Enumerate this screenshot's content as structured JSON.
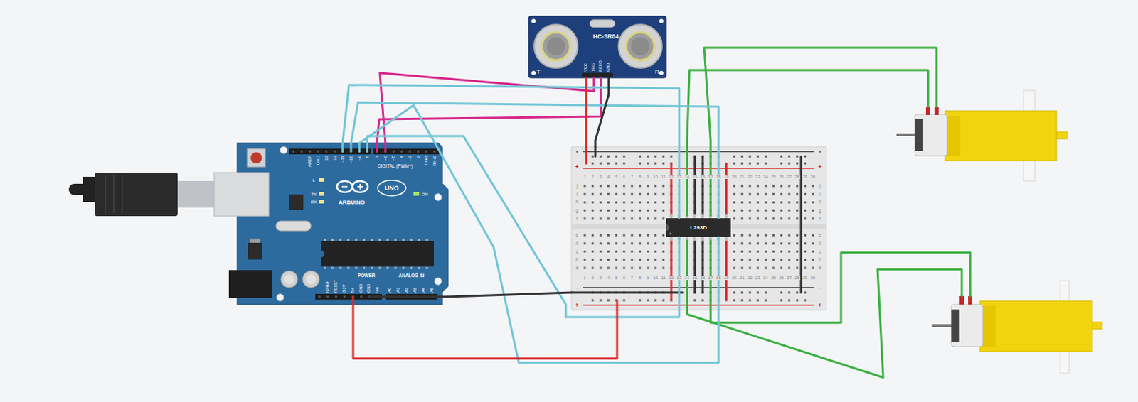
{
  "diagram": {
    "nodes": [
      {
        "text": [
          "HC-SR04",
          "VCC",
          "TRIG",
          "ECHO",
          "GND",
          "T",
          "R"
        ]
      },
      {
        "text": [
          "ARDUINO",
          "UNO",
          "DIGITAL (PWM~)",
          "L",
          "TX",
          "RX",
          "ON",
          "AREF",
          "GND",
          "13",
          "12",
          "~11",
          "~10",
          "~9",
          "8",
          "7",
          "~6",
          "~5",
          "4",
          "~3",
          "2",
          "TX▸1",
          "RX◂0",
          "IOREF",
          "RESET",
          "3.3V",
          "5V",
          "GND",
          "GND",
          "Vin",
          "A0",
          "A1",
          "A2",
          "A3",
          "A4",
          "A5",
          "POWER",
          "ANALOG IN"
        ]
      },
      {
        "text": [
          "-",
          "+",
          "-",
          "+",
          "1",
          "2",
          "3",
          "4",
          "5",
          "6",
          "7",
          "8",
          "9",
          "10",
          "11",
          "12",
          "13",
          "14",
          "15",
          "16",
          "17",
          "18",
          "19",
          "20",
          "21",
          "22",
          "23",
          "24",
          "25",
          "26",
          "27",
          "28",
          "29",
          "30",
          "j",
          "i",
          "h",
          "g",
          "f",
          "e",
          "d",
          "c",
          "b",
          "a",
          "j",
          "i",
          "h",
          "g",
          "f",
          "e",
          "d",
          "c",
          "b",
          "a",
          "1",
          "2",
          "3",
          "4",
          "5",
          "6",
          "7",
          "8",
          "9",
          "10",
          "11",
          "12",
          "13",
          "14",
          "15",
          "16",
          "17",
          "18",
          "19",
          "20",
          "21",
          "22",
          "23",
          "24",
          "25",
          "26",
          "27",
          "28",
          "29",
          "30",
          "-",
          "+",
          "-",
          "+"
        ]
      },
      {
        "text": [
          "L293D"
        ],
        "in": 2
      }
    ],
    "edges": [
      {
        "from": 1,
        "to": 0,
        "arrow": "none"
      },
      {
        "from": 1,
        "to": 0,
        "arrow": "none"
      },
      {
        "from": 1,
        "to": 3,
        "arrow": "none"
      },
      {
        "from": 1,
        "to": 3,
        "arrow": "none"
      },
      {
        "from": 1,
        "to": 3,
        "arrow": "none"
      },
      {
        "from": 1,
        "to": 3,
        "arrow": "none"
      },
      {
        "from": 0,
        "to": 2,
        "arrow": "none"
      },
      {
        "from": 0,
        "to": 2,
        "arrow": "none"
      },
      {
        "from": 1,
        "to": 2,
        "arrow": "none"
      },
      {
        "from": 1,
        "to": 2,
        "arrow": "none"
      }
    ]
  }
}
